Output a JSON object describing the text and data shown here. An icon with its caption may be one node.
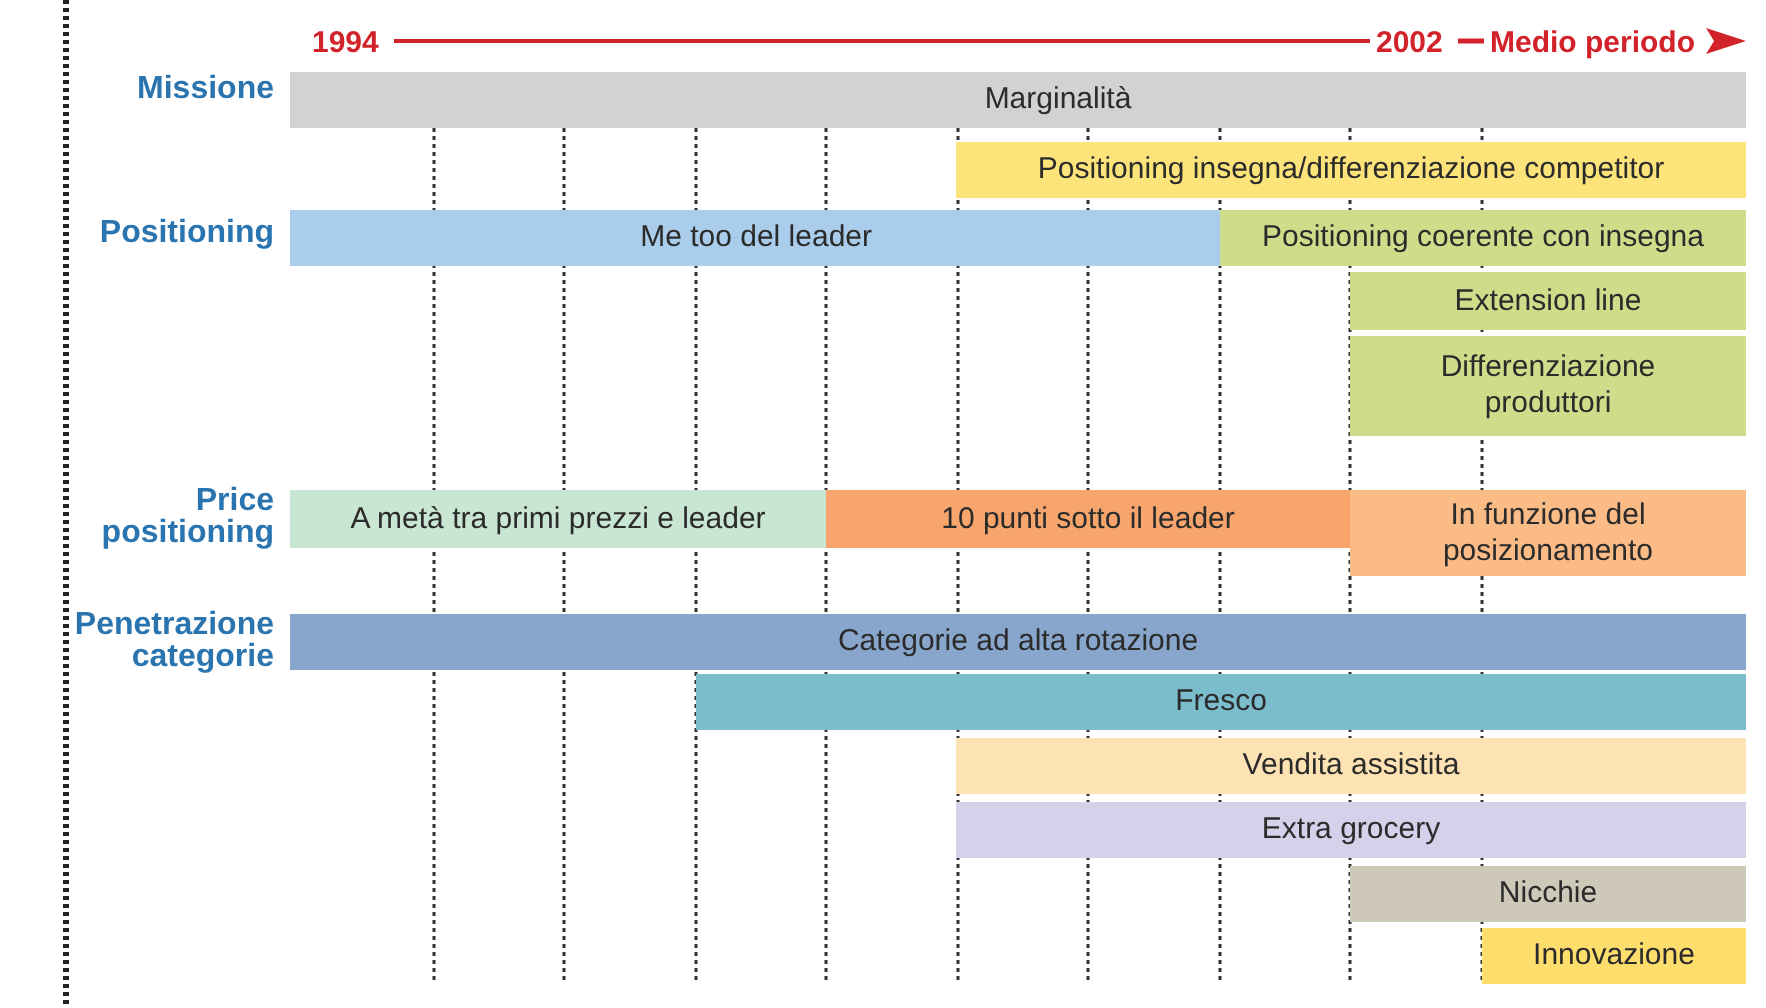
{
  "diagram": {
    "nodes": [
      {
        "text": [
          "Marginalità"
        ]
      },
      {
        "text": [
          "Positioning insegna/differenziazione competitor"
        ]
      },
      {
        "text": [
          "Me too del leader"
        ]
      },
      {
        "text": [
          "Positioning coerente con insegna"
        ]
      },
      {
        "text": [
          "Extension line"
        ]
      },
      {
        "text": [
          "Differenziazione produttori"
        ]
      },
      {
        "text": [
          "A metà tra primi prezzi e leader"
        ]
      },
      {
        "text": [
          "10 punti sotto il leader"
        ]
      },
      {
        "text": [
          "In funzione del posizionamento"
        ]
      },
      {
        "text": [
          "Categorie ad alta rotazione"
        ]
      },
      {
        "text": [
          "Fresco"
        ]
      },
      {
        "text": [
          "Vendita assistita"
        ]
      },
      {
        "text": [
          "Extra grocery"
        ]
      },
      {
        "text": [
          "Nicchie"
        ]
      },
      {
        "text": [
          "Innovazione"
        ]
      }
    ],
    "labels": [
      "1994",
      "2002",
      "Medio periodo",
      "Missione",
      "Positioning",
      "Price positioning",
      "Penetrazione categorie"
    ]
  }
}
